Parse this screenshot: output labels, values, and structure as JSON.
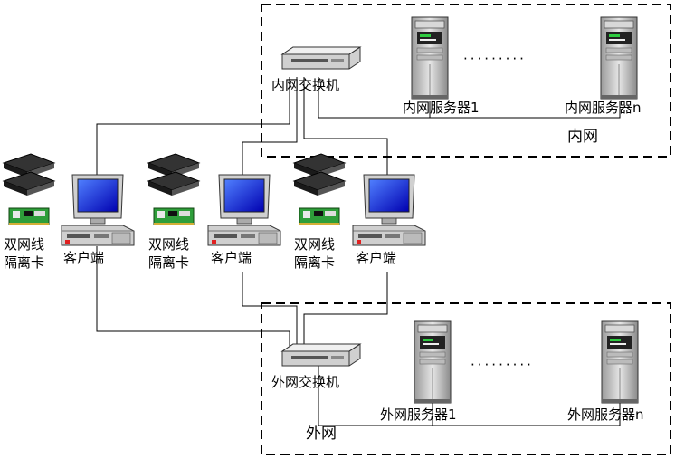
{
  "inner_zone": {
    "label": "内网",
    "switch_label": "内网交换机",
    "server_1_label": "内网服务器1",
    "server_n_label": "内网服务器n",
    "ellipsis": "·········"
  },
  "outer_zone": {
    "label": "外网",
    "switch_label": "外网交换机",
    "server_1_label": "外网服务器1",
    "server_n_label": "外网服务器n",
    "ellipsis": "·········"
  },
  "stations": [
    {
      "client_label": "客户端",
      "card_label_line1": "双网线",
      "card_label_line2": "隔离卡"
    },
    {
      "client_label": "客户端",
      "card_label_line1": "双网线",
      "card_label_line2": "隔离卡"
    },
    {
      "client_label": "客户端",
      "card_label_line1": "双网线",
      "card_label_line2": "隔离卡"
    }
  ],
  "colors": {
    "line": "#000000",
    "device_grey": "#c8c8c8",
    "screen_blue": "#0000c8",
    "card_green": "#2e9e3a",
    "accent_red": "#e02020"
  }
}
